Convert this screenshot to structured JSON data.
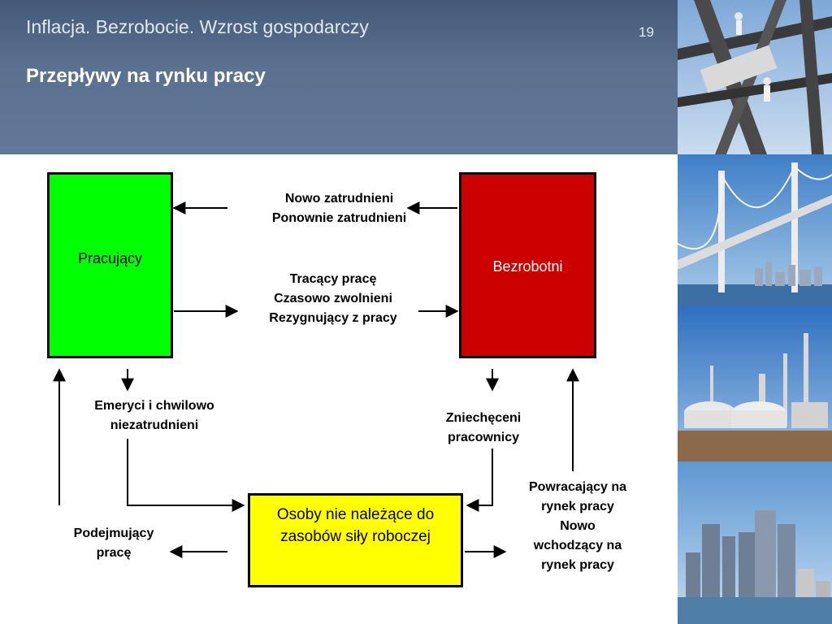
{
  "header": {
    "subject": "Inflacja. Bezrobocie. Wzrost gospodarczy",
    "page_number": "19",
    "title": "Przepływy na rynku pracy"
  },
  "boxes": {
    "employed": "Pracujący",
    "unemployed": "Bezrobotni",
    "outside": "Osoby nie należące do zasobów siły roboczej"
  },
  "flows": {
    "hires": [
      "Nowo zatrudnieni",
      "Ponownie zatrudnieni"
    ],
    "separations": [
      "Tracący pracę",
      "Czasowo zwolnieni",
      "Rezygnujący z pracy"
    ],
    "retirees": [
      "Emeryci i chwilowo",
      "niezatrudnieni"
    ],
    "discouraged": [
      "Zniechęceni",
      "pracownicy"
    ],
    "job_takers": [
      "Podejmujący",
      "pracę"
    ],
    "reentrants": [
      "Powracający na",
      "rynek pracy",
      "Nowo",
      "wchodzący na",
      "rynek pracy"
    ]
  },
  "colors": {
    "employed": "#00ff00",
    "unemployed": "#cc0000",
    "outside": "#ffff00",
    "header": "#5b7190"
  },
  "photos": [
    "steel-construction-photo",
    "suspension-bridge-photo",
    "refinery-photo",
    "city-skyline-photo"
  ]
}
